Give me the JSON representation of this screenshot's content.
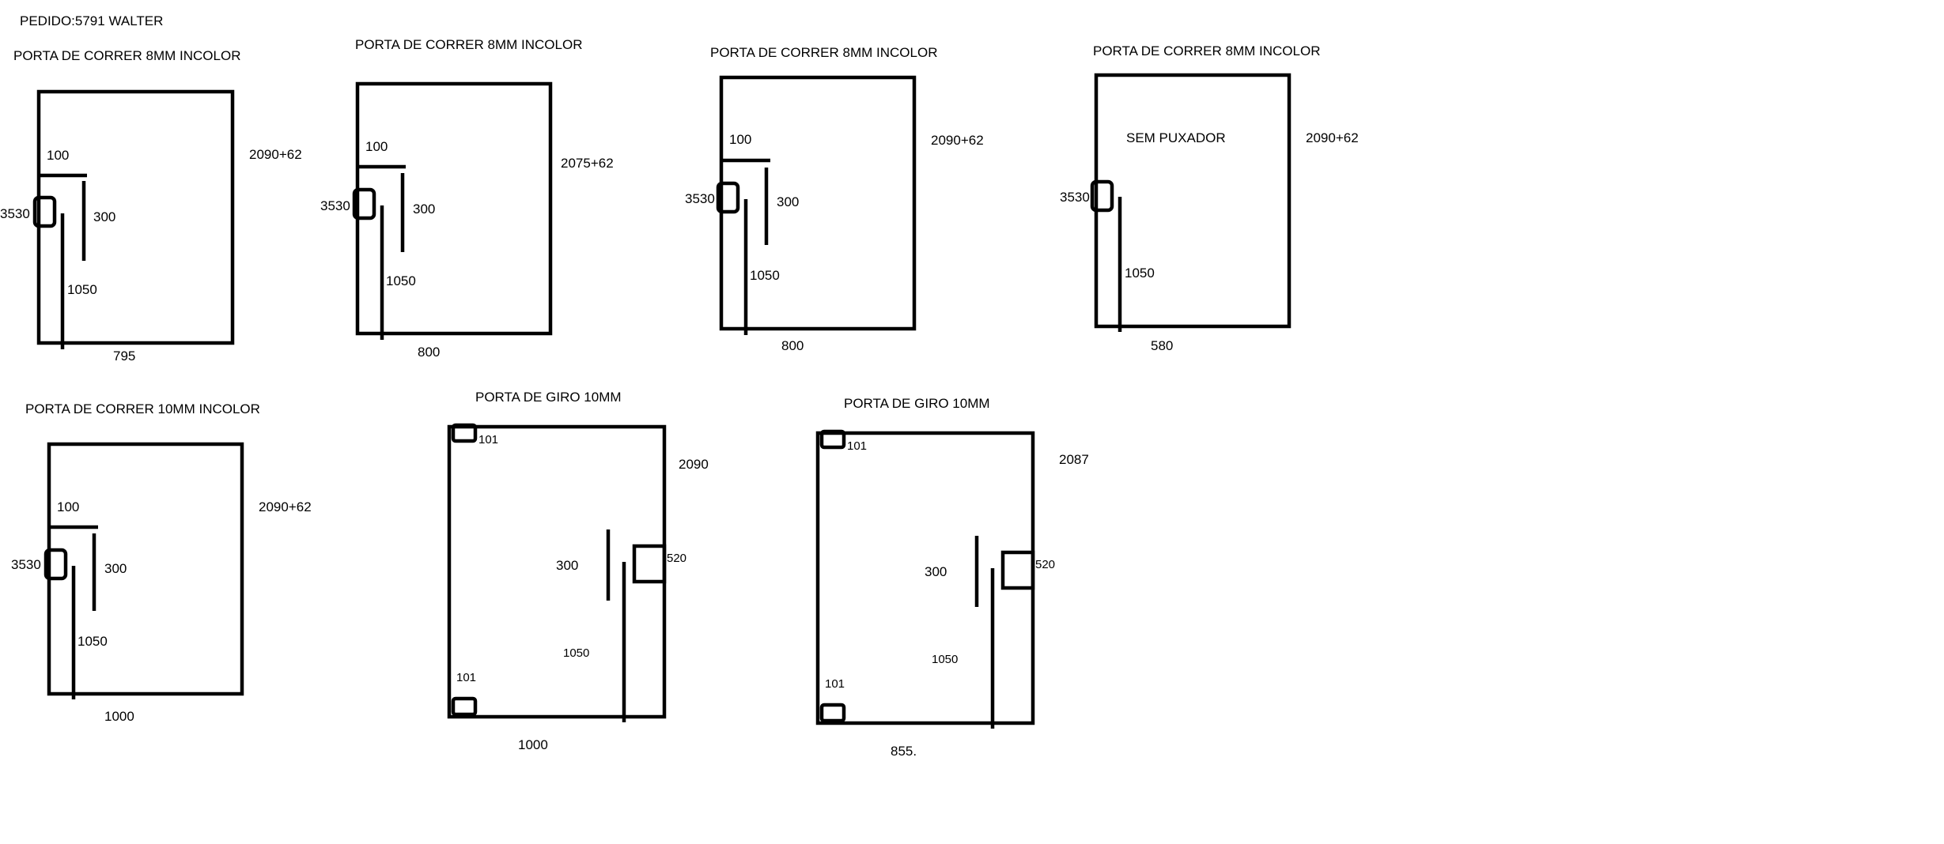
{
  "order": {
    "label": "PEDIDO:5791 WALTER"
  },
  "doors": [
    {
      "title": "PORTA DE CORRER 8MM INCOLOR",
      "height": "2090+62",
      "width": "795",
      "top_offset": "100",
      "handle": "300",
      "handle_height": "1050",
      "side": "3530"
    },
    {
      "title": "PORTA DE CORRER 8MM INCOLOR",
      "height": "2075+62",
      "width": "800",
      "top_offset": "100",
      "handle": "300",
      "handle_height": "1050",
      "side": "3530"
    },
    {
      "title": "PORTA DE CORRER 8MM INCOLOR",
      "height": "2090+62",
      "width": "800",
      "top_offset": "100",
      "handle": "300",
      "handle_height": "1050",
      "side": "3530"
    },
    {
      "title": "PORTA DE  CORRER 8MM INCOLOR",
      "height": "2090+62",
      "width": "580",
      "note": "SEM PUXADOR",
      "handle_height": "1050",
      "side": "3530"
    },
    {
      "title": "PORTA DE CORRER 10MM INCOLOR",
      "height": "2090+62",
      "width": "1000",
      "top_offset": "100",
      "handle": "300",
      "handle_height": "1050",
      "side": "3530"
    },
    {
      "title": "PORTA DE GIRO 10MM",
      "height": "2090",
      "width": "1000",
      "hinge_top": "101",
      "hinge_bottom": "101",
      "handle": "300",
      "lock": "520",
      "handle_height": "1050"
    },
    {
      "title": "PORTA DE GIRO 10MM",
      "height": "2087",
      "width": "855.",
      "hinge_top": "101",
      "hinge_bottom": "101",
      "handle": "300",
      "lock": "520",
      "handle_height": "1050"
    }
  ]
}
